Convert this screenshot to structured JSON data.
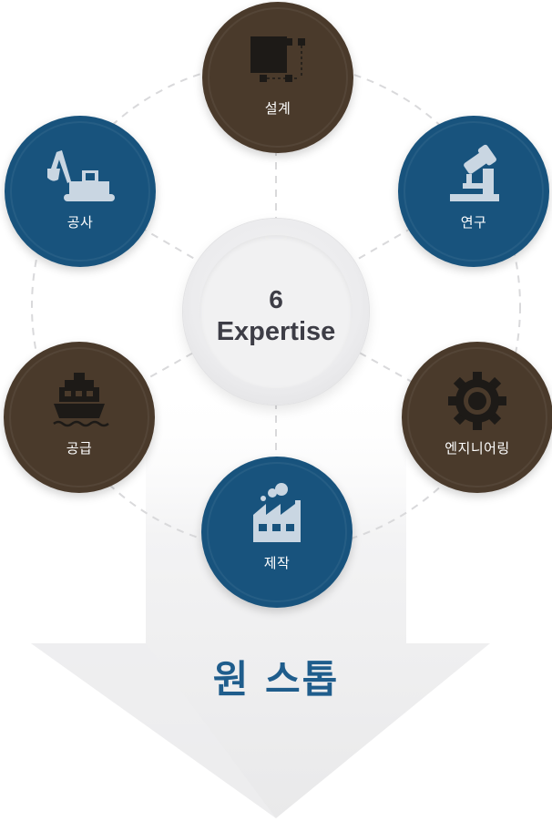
{
  "center": {
    "count": "6",
    "title": "Expertise"
  },
  "nodes": [
    {
      "key": "design",
      "label": "설계",
      "color": "brown",
      "icon": "blueprint-icon"
    },
    {
      "key": "research",
      "label": "연구",
      "color": "blue",
      "icon": "microscope-icon"
    },
    {
      "key": "engineering",
      "label": "엔지니어링",
      "color": "brown",
      "icon": "gear-icon"
    },
    {
      "key": "manufacturing",
      "label": "제작",
      "color": "blue",
      "icon": "factory-icon"
    },
    {
      "key": "supply",
      "label": "공급",
      "color": "brown",
      "icon": "ship-icon"
    },
    {
      "key": "construction",
      "label": "공사",
      "color": "blue",
      "icon": "excavator-icon"
    }
  ],
  "result": {
    "label": "원 스톱"
  },
  "colors": {
    "brown": "#4a3a2b",
    "blue": "#18537d",
    "icon_dark": "#1d1a17",
    "icon_light": "#c9d6e2",
    "result_text": "#1f5d8c",
    "center_text": "#3d3d46"
  }
}
